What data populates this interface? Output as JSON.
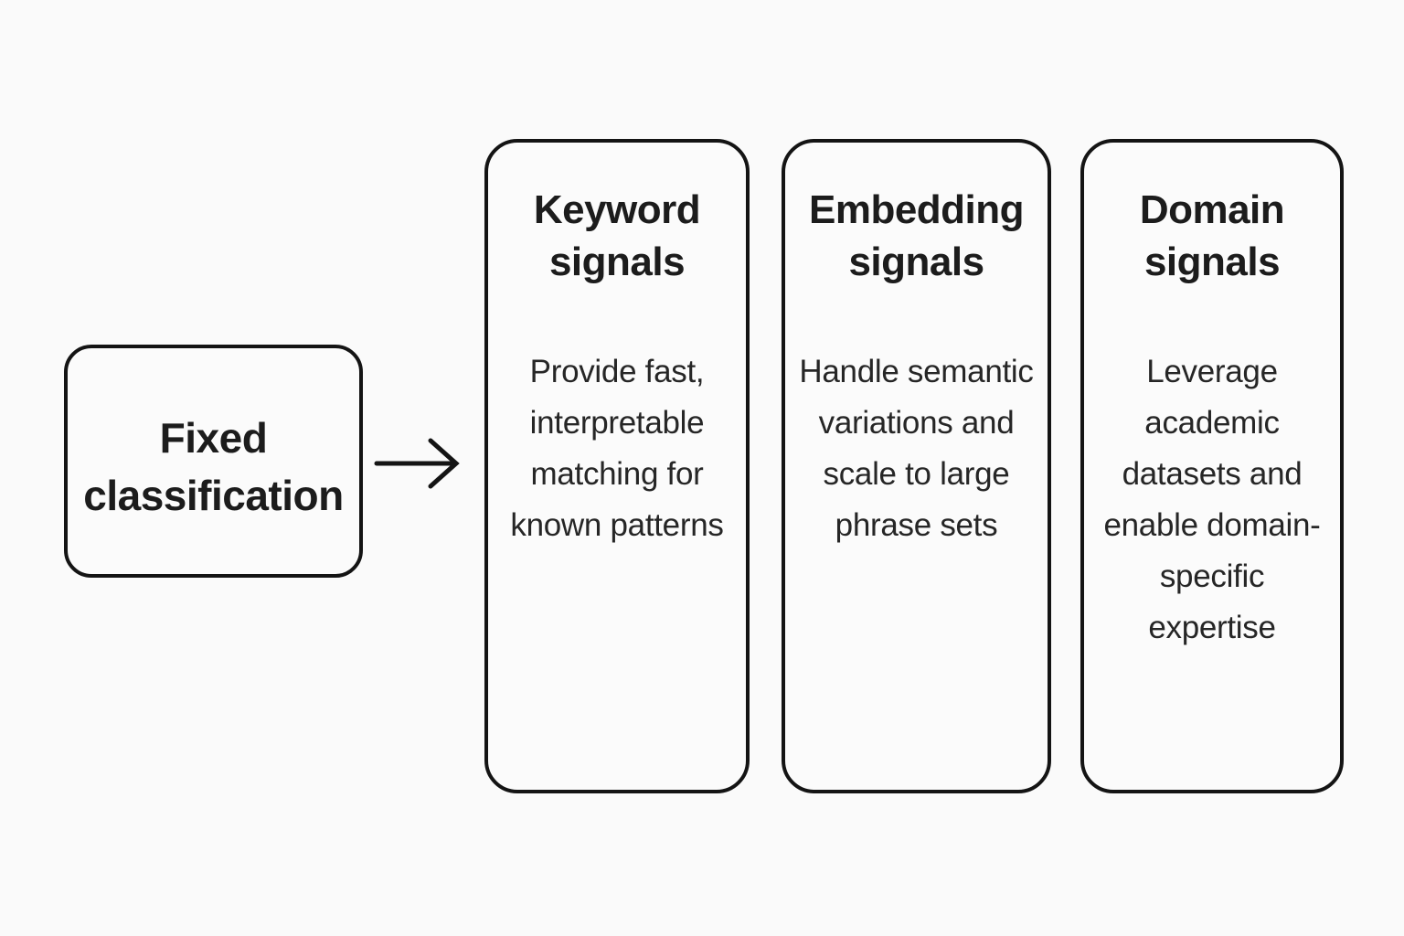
{
  "colors": {
    "background": "#fafafa",
    "border": "#141414",
    "title_text": "#1c1c1c",
    "body_text": "#262626"
  },
  "diagram": {
    "source": {
      "label": "Fixed classification"
    },
    "cards": [
      {
        "title": "Keyword signals",
        "description": "Provide fast, interpretable matching for known patterns"
      },
      {
        "title": "Embedding signals",
        "description": "Handle semantic variations and scale to large phrase sets"
      },
      {
        "title": "Domain signals",
        "description": "Leverage academic datasets and enable domain-specific expertise"
      }
    ]
  }
}
